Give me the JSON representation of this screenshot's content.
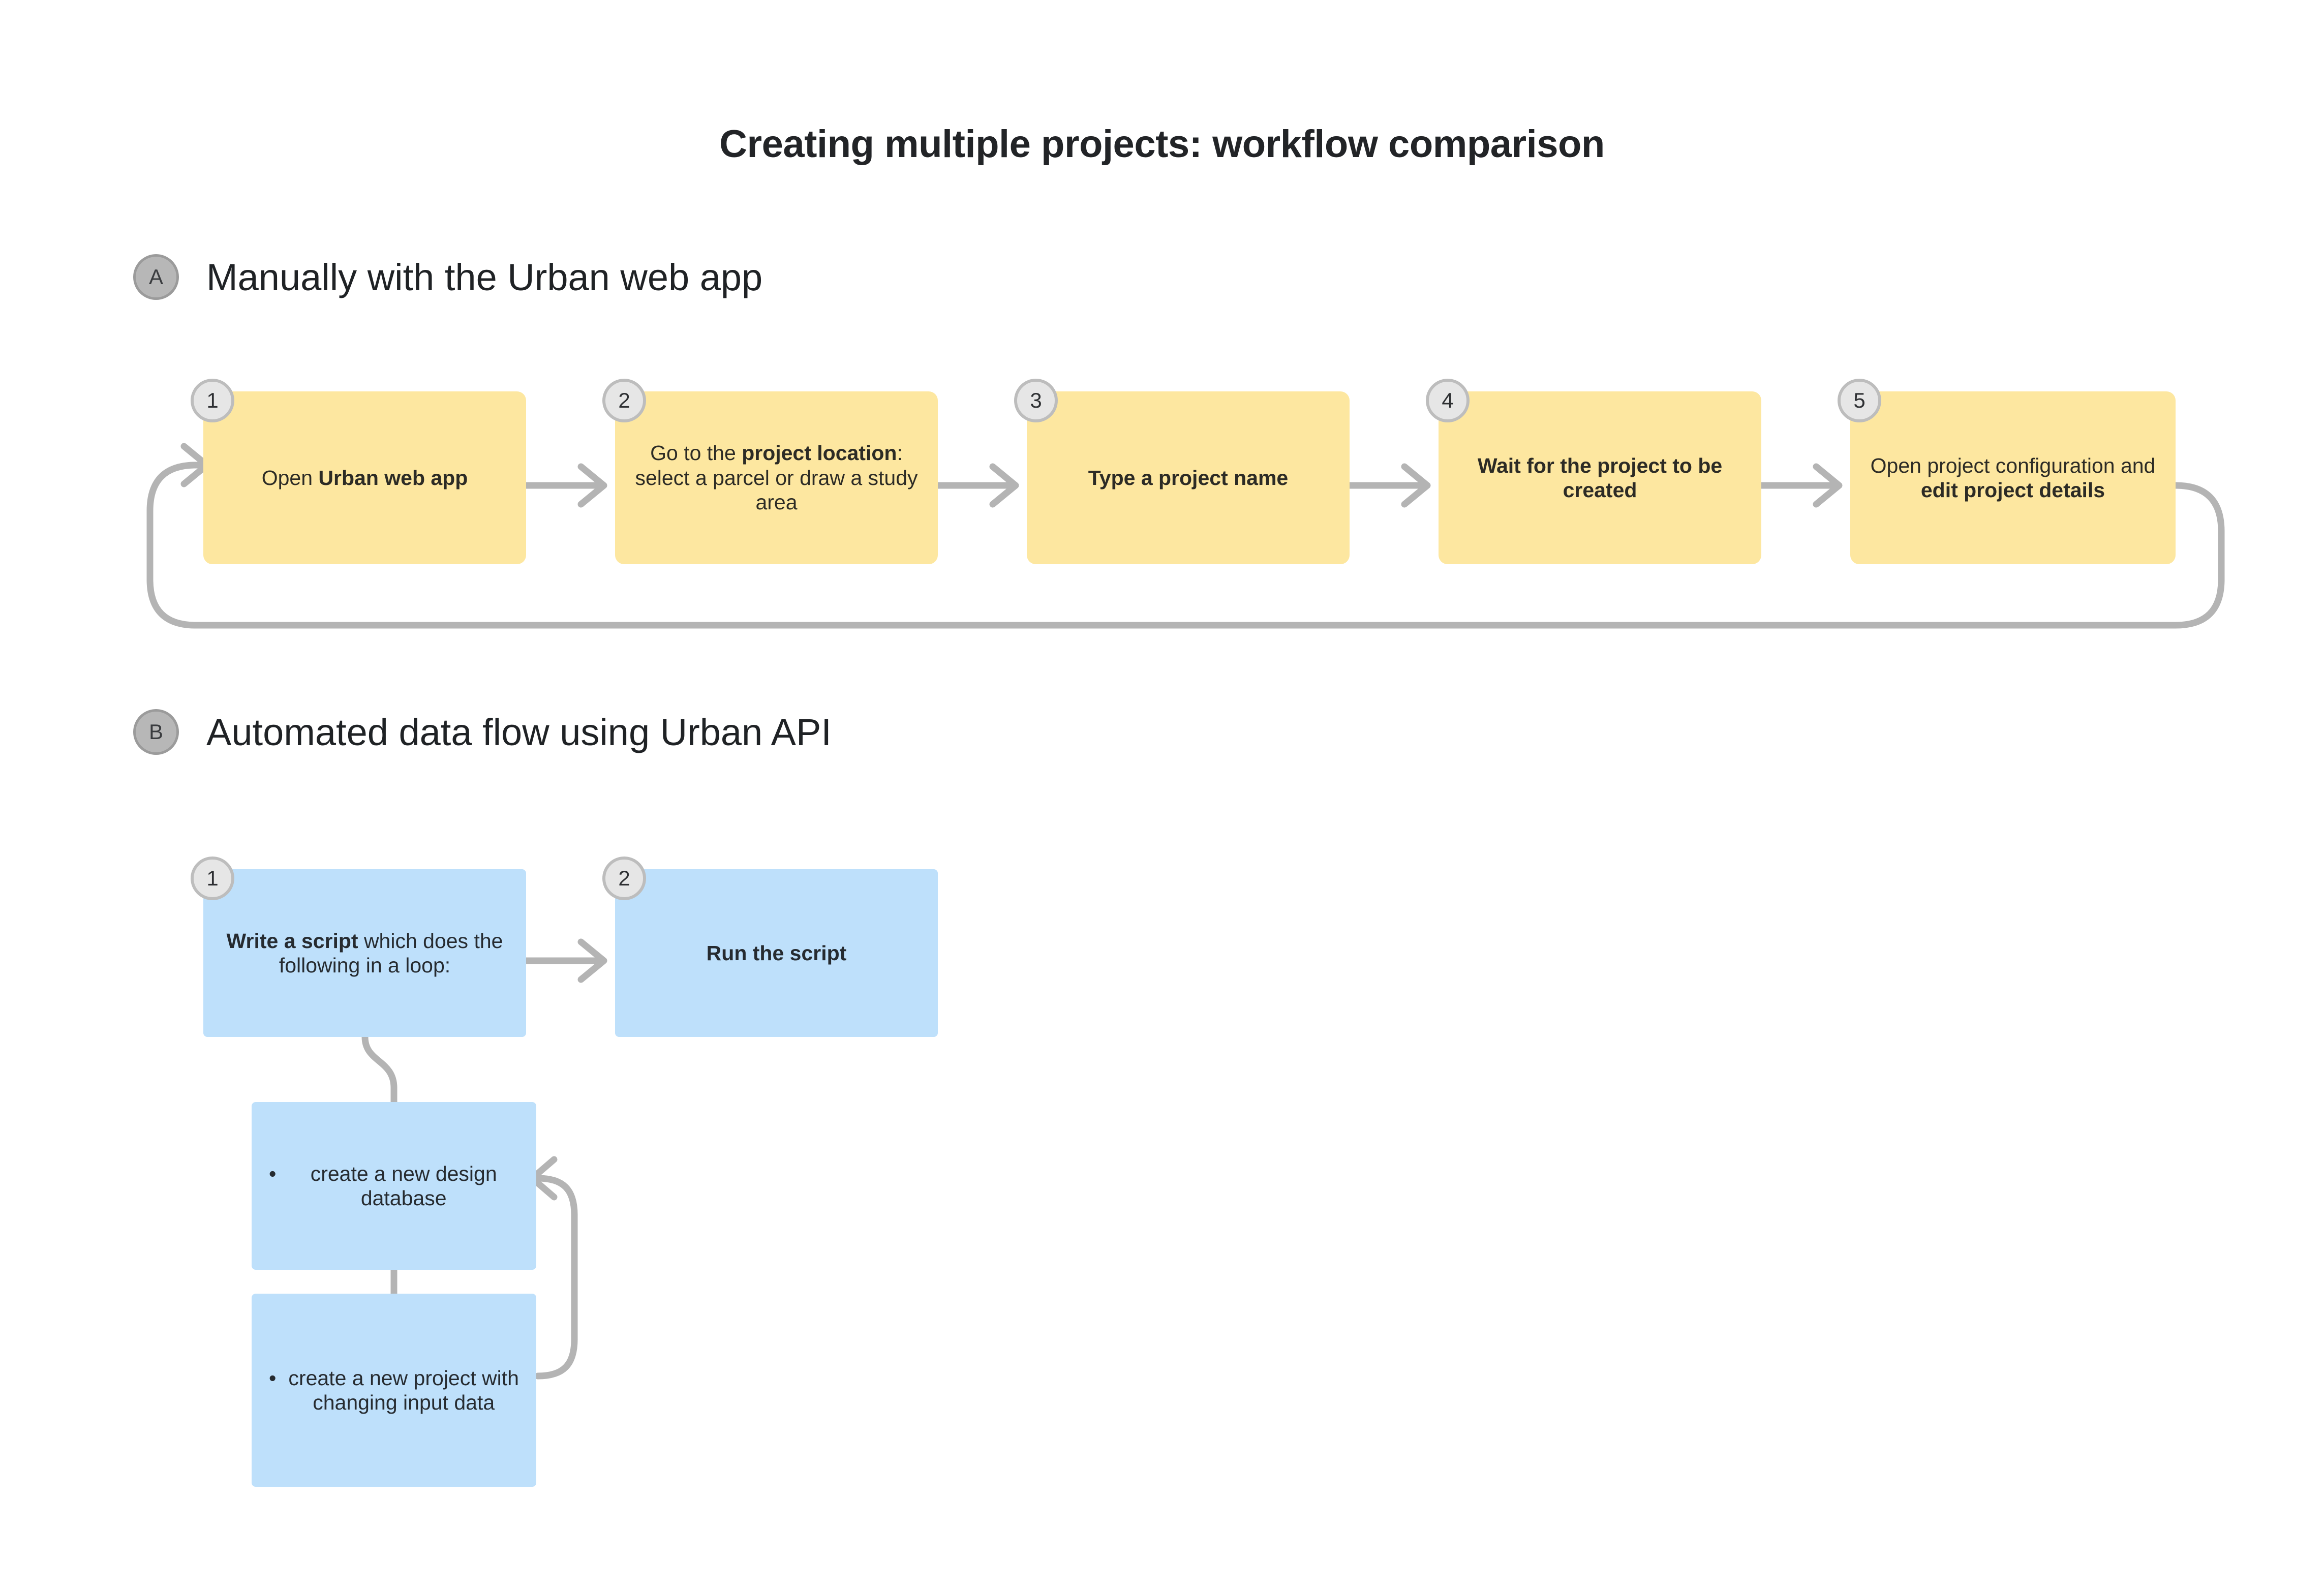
{
  "title": "Creating multiple projects: workflow comparison",
  "colors": {
    "manual_node_fill": "#fde7a0",
    "api_node_fill": "#bee0fb",
    "connector": "#b4b4b4",
    "section_badge_fill": "#b7b7b7",
    "step_badge_fill": "#e6e6e6",
    "text": "#26282b",
    "background": "#ffffff"
  },
  "sections": [
    {
      "badge": "A",
      "heading": "Manually with the Urban web app",
      "kind": "manual",
      "loop_back": true,
      "steps": [
        {
          "number": "1",
          "text_plain": "Open Urban web app",
          "parts": [
            {
              "t": "Open ",
              "b": false
            },
            {
              "t": "Urban web app",
              "b": true
            }
          ]
        },
        {
          "number": "2",
          "text_plain": "Go to the project location: select a parcel or draw a study area",
          "parts": [
            {
              "t": "Go to the ",
              "b": false
            },
            {
              "t": "project location",
              "b": true
            },
            {
              "t": ": select a parcel or draw a study area",
              "b": false
            }
          ]
        },
        {
          "number": "3",
          "text_plain": "Type a project name",
          "parts": [
            {
              "t": "Type a project name",
              "b": true
            }
          ]
        },
        {
          "number": "4",
          "text_plain": "Wait for the project to be created",
          "parts": [
            {
              "t": "Wait for the project to be created",
              "b": true
            }
          ]
        },
        {
          "number": "5",
          "text_plain": "Open project configuration and edit project details",
          "parts": [
            {
              "t": "Open project configuration and ",
              "b": false
            },
            {
              "t": "edit project details",
              "b": true
            }
          ]
        }
      ]
    },
    {
      "badge": "B",
      "heading": "Automated data flow using Urban API",
      "kind": "api",
      "loop_back": true,
      "steps": [
        {
          "number": "1",
          "text_plain": "Write a script which does the following in a loop:",
          "parts": [
            {
              "t": "Write a script",
              "b": true
            },
            {
              "t": " which does the following in a loop:",
              "b": false
            }
          ]
        },
        {
          "number": "2",
          "text_plain": "Run the script",
          "parts": [
            {
              "t": "Run the script",
              "b": true
            }
          ]
        }
      ],
      "loop_items": [
        {
          "bullet": "•",
          "text_plain": "create a new design database"
        },
        {
          "bullet": "•",
          "text_plain": "create a new project with changing input data"
        }
      ]
    }
  ]
}
